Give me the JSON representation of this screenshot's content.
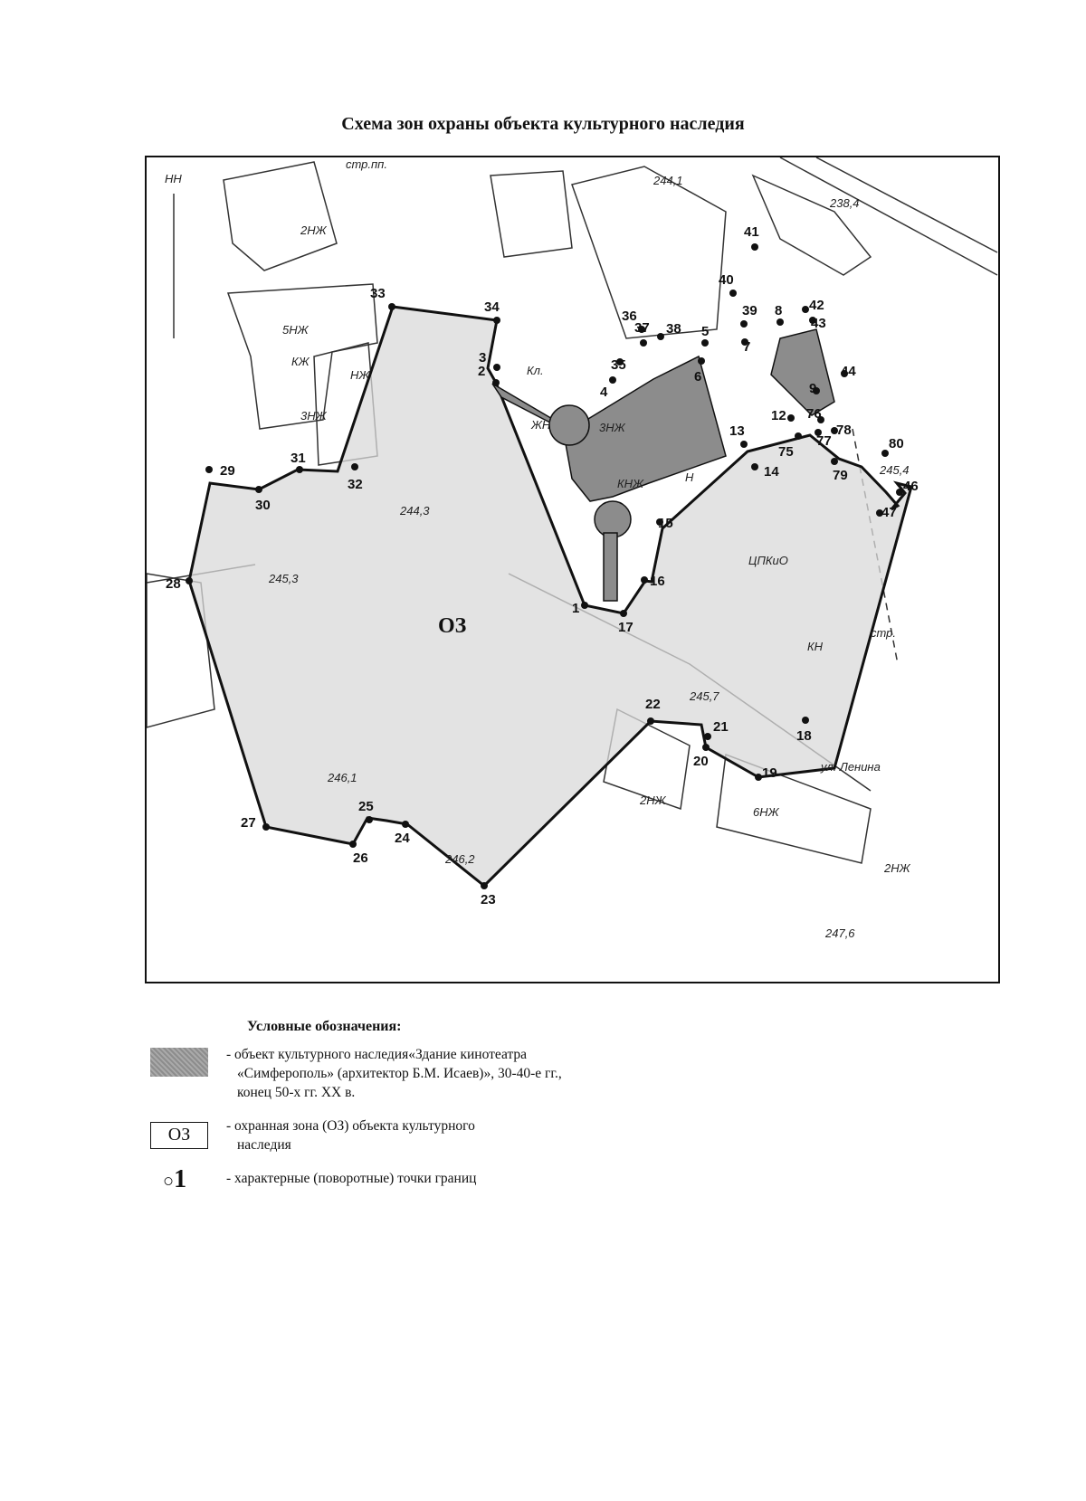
{
  "title": "Схема зон охраны объекта культурного наследия",
  "map": {
    "zone_label": "ОЗ",
    "points": [
      {
        "n": "1"
      },
      {
        "n": "2"
      },
      {
        "n": "3"
      },
      {
        "n": "4"
      },
      {
        "n": "5"
      },
      {
        "n": "6"
      },
      {
        "n": "7"
      },
      {
        "n": "8"
      },
      {
        "n": "9"
      },
      {
        "n": "12"
      },
      {
        "n": "13"
      },
      {
        "n": "14"
      },
      {
        "n": "15"
      },
      {
        "n": "16"
      },
      {
        "n": "17"
      },
      {
        "n": "18"
      },
      {
        "n": "19"
      },
      {
        "n": "20"
      },
      {
        "n": "21"
      },
      {
        "n": "22"
      },
      {
        "n": "23"
      },
      {
        "n": "24"
      },
      {
        "n": "25"
      },
      {
        "n": "26"
      },
      {
        "n": "27"
      },
      {
        "n": "28"
      },
      {
        "n": "29"
      },
      {
        "n": "30"
      },
      {
        "n": "31"
      },
      {
        "n": "32"
      },
      {
        "n": "33"
      },
      {
        "n": "34"
      },
      {
        "n": "35"
      },
      {
        "n": "36"
      },
      {
        "n": "37"
      },
      {
        "n": "38"
      },
      {
        "n": "39"
      },
      {
        "n": "40"
      },
      {
        "n": "41"
      },
      {
        "n": "42"
      },
      {
        "n": "43"
      },
      {
        "n": "44"
      },
      {
        "n": "46"
      },
      {
        "n": "47"
      },
      {
        "n": "75"
      },
      {
        "n": "76"
      },
      {
        "n": "77"
      },
      {
        "n": "78"
      },
      {
        "n": "79"
      },
      {
        "n": "80"
      }
    ],
    "labels": [
      "стр.пп.",
      "НН",
      "2НЖ",
      "5НЖ",
      "КЖ",
      "НЖ",
      "3НЖ",
      "ЖН",
      "Кл.",
      "3НЖ",
      "КНЖ",
      "Н",
      "ЦПКиО",
      "ул. Ленина",
      "6НЖ",
      "2НЖ",
      "КН",
      "2НЖ",
      "стр.",
      "244,1",
      "238,4",
      "244,3",
      "245,3",
      "245,7",
      "246,1",
      "246,2",
      "247,6",
      "245,4"
    ]
  },
  "legend": {
    "title": "Условные обозначения:",
    "heritage_text": [
      "- объект культурного наследия«Здание кинотеатра",
      "«Симферополь» (архитектор Б.М. Исаев)», 30-40-е гг.,",
      "конец 50-х гг. XX в."
    ],
    "oz_symbol": "ОЗ",
    "oz_text": [
      "- охранная зона (ОЗ) объекта культурного",
      "наследия"
    ],
    "point_symbol": "1",
    "point_text": "- характерные (поворотные) точки границ"
  },
  "colors": {
    "zone_fill": "#d9d9d9",
    "heritage_fill": "#8c8c8c",
    "boundary": "#111111"
  }
}
